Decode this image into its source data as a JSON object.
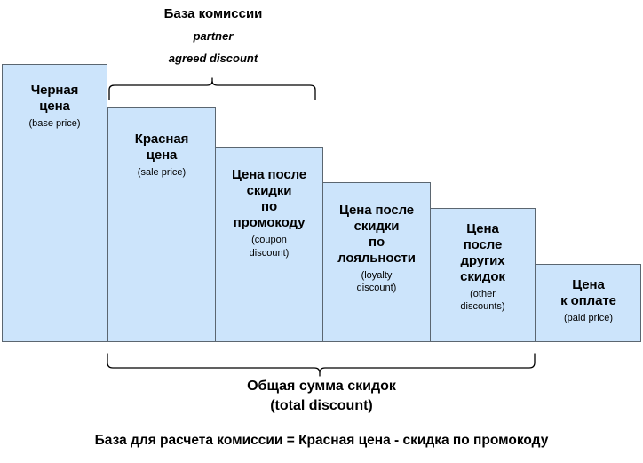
{
  "diagram": {
    "title_top": {
      "line1": "База комиссии",
      "line2": "partner",
      "line3": "agreed discount"
    },
    "bottom_caption": {
      "line1": "Общая сумма скидок",
      "line2": "(total discount)"
    },
    "footer": "База для расчета комиссии = Красная цена - скидка по промокоду",
    "colors": {
      "bar_fill": "#cce4fb",
      "bar_border": "#5b6670",
      "text": "#000000",
      "brace": "#000000"
    },
    "bars": [
      {
        "main": "Черная\nцена",
        "main_line1": "Черная",
        "main_line2": "цена",
        "sub": "(base price)"
      },
      {
        "main": "Красная\nцена",
        "main_line1": "Красная",
        "main_line2": "цена",
        "sub": "(sale price)"
      },
      {
        "main_line1": "Цена после",
        "main_line2": "скидки",
        "main_line3": "по",
        "main_line4": "промокоду",
        "sub_line1": "(coupon",
        "sub_line2": "discount)"
      },
      {
        "main_line1": "Цена после",
        "main_line2": "скидки",
        "main_line3": "по",
        "main_line4": "лояльности",
        "sub_line1": "(loyalty",
        "sub_line2": "discount)"
      },
      {
        "main_line1": "Цена",
        "main_line2": "после",
        "main_line3": "других",
        "main_line4": "скидок",
        "sub_line1": "(other",
        "sub_line2": "discounts)"
      },
      {
        "main_line1": "Цена",
        "main_line2": "к оплате",
        "sub_line1": "(paid price)"
      }
    ]
  },
  "chart_data": {
    "type": "bar",
    "title": "База комиссии / partner agreed discount",
    "categories": [
      "Черная цена (base price)",
      "Красная цена (sale price)",
      "Цена после скидки по промокоду (coupon discount)",
      "Цена после скидки по лояльности (loyalty discount)",
      "Цена после других скидок (other discounts)",
      "Цена к оплате (paid price)"
    ],
    "values": [
      312,
      264,
      219,
      179,
      150,
      87
    ],
    "value_unit": "px bar height (relative price level)",
    "xlabel": "",
    "ylabel": "",
    "grid": false,
    "legend": false,
    "annotations": [
      {
        "text": "База комиссии / partner agreed discount",
        "spans": [
          "Красная цена",
          "Цена после скидки по промокоду"
        ],
        "position": "top-brace"
      },
      {
        "text": "Общая сумма скидок (total discount)",
        "spans": [
          "Красная цена",
          "Цена после других скидок"
        ],
        "position": "bottom-brace"
      },
      {
        "text": "База для расчета комиссии = Красная цена - скидка по промокоду",
        "position": "footer"
      }
    ]
  }
}
